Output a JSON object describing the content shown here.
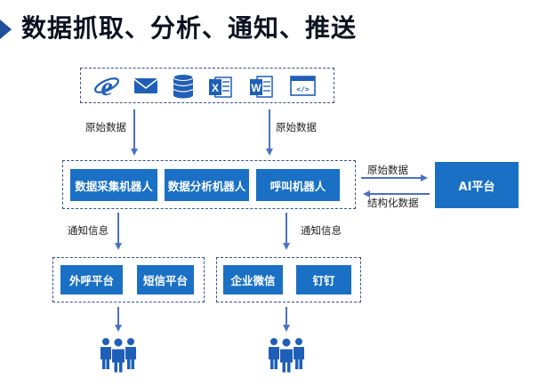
{
  "title": "数据抓取、分析、通知、推送",
  "icons": [
    "ie-icon",
    "mail-icon",
    "database-icon",
    "excel-icon",
    "word-icon",
    "code-window-icon"
  ],
  "flows": {
    "left_raw": "原始数据",
    "right_raw": "原始数据",
    "notify_left": "通知信息",
    "notify_right": "通知信息",
    "to_ai": "原始数据",
    "from_ai": "结构化数据"
  },
  "robots": [
    "数据采集机器人",
    "数据分析机器人",
    "呼叫机器人"
  ],
  "ai_platform": "AI平台",
  "left_channels": [
    "外呼平台",
    "短信平台"
  ],
  "right_channels": [
    "企业微信",
    "钉钉"
  ],
  "colors": {
    "box_fill": "#1a70c4",
    "arrow": "#4a72c4",
    "dashed_border": "#3a4f86",
    "icon": "#1f5fb8"
  }
}
